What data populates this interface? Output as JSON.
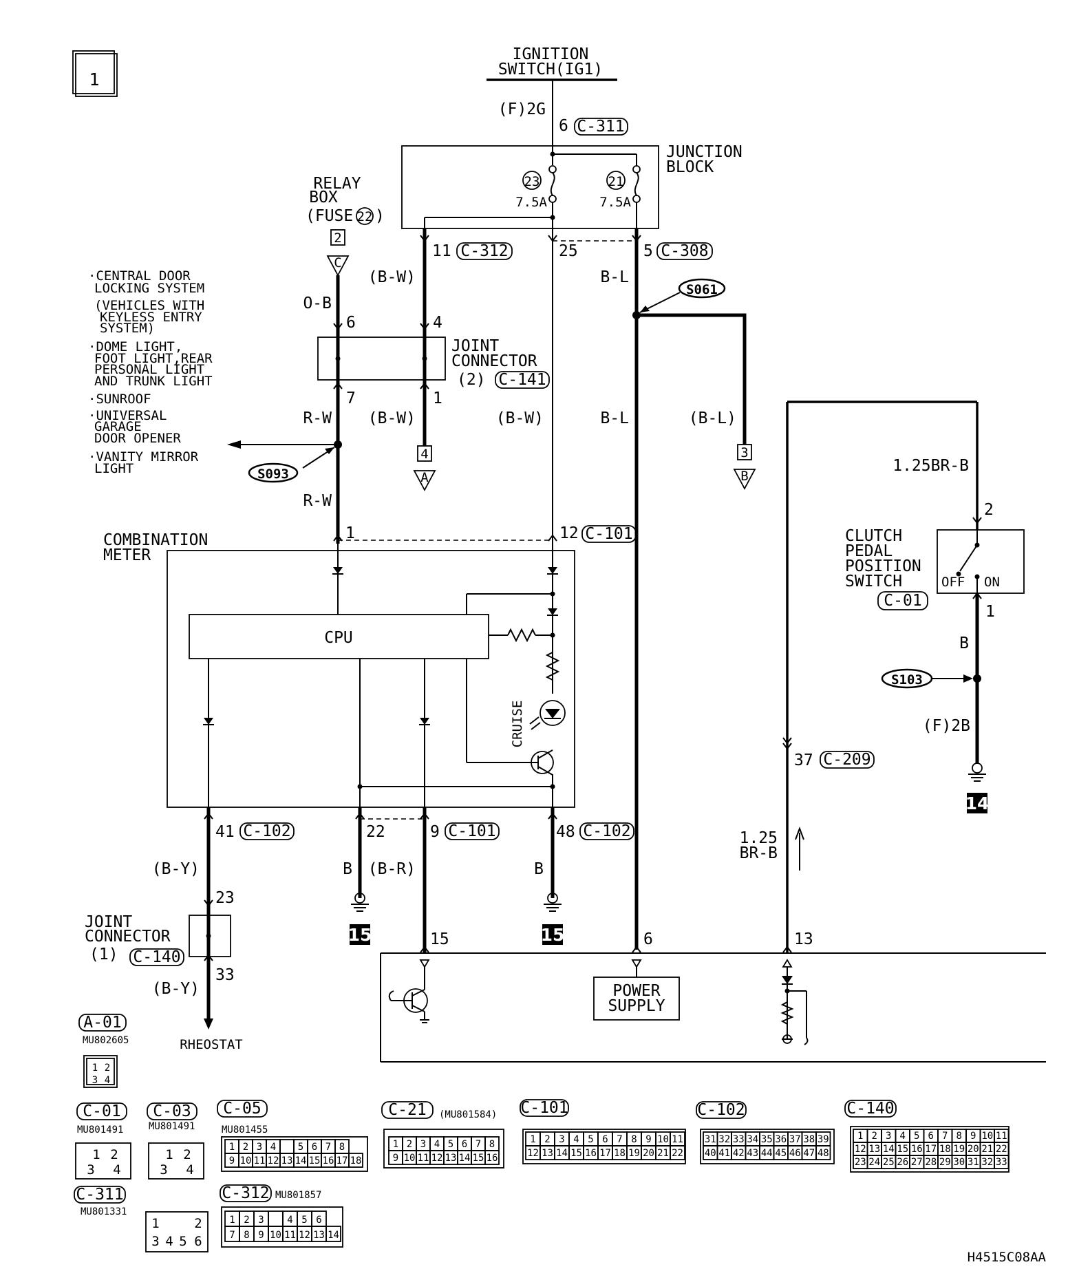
{
  "page_number": "1",
  "figure_code": "H4515C08AA",
  "ignition": {
    "line1": "IGNITION",
    "line2": "SWITCH(IG1)",
    "wire": "(F)2G",
    "pin": "6",
    "conn": "C-311"
  },
  "junction_block": {
    "line1": "JUNCTION",
    "line2": "BLOCK",
    "fuse_a": "23",
    "fuse_b": "21",
    "rating_a": "7.5A",
    "rating_b": "7.5A"
  },
  "relay_box": {
    "line1": "RELAY",
    "line2": "BOX",
    "line3": "(FUSE",
    "fuse_num": "22",
    "ref_num": "2",
    "ref_letter": "C"
  },
  "wires": {
    "c312_pin": "11",
    "c312_conn": "C-312",
    "bw": "(B-W)",
    "pin25": "25",
    "c308_pin": "5",
    "c308_conn": "C-308",
    "bl": "B-L",
    "ob": "O-B",
    "pin6": "6",
    "pin4": "4",
    "pin7": "7",
    "pin1": "1",
    "rw": "R-W",
    "bl_paren": "(B-L)",
    "pin1_meter": "1",
    "pin12": "12",
    "c101_conn": "C-101",
    "pin41": "41",
    "c102_conn": "C-102",
    "pin22": "22",
    "pin9": "9",
    "pin48": "48",
    "by": "(B-Y)",
    "b": "B",
    "br": "(B-R)",
    "pin23": "23",
    "pin33": "33",
    "pin15": "15",
    "pin6_bottom": "6",
    "pin13": "13",
    "pin37": "37",
    "c209_conn": "C-209",
    "size_line1": "1.25",
    "size_line2": "BR-B",
    "brb": "1.25BR-B",
    "clutch_pin2": "2",
    "clutch_pin1": "1",
    "clutch_b": "B",
    "f2b": "(F)2B"
  },
  "splices": {
    "s061": "S061",
    "s093": "S093",
    "s103": "S103"
  },
  "joint_connector_2": {
    "line1": "JOINT",
    "line2": "CONNECTOR",
    "line3": "(2)",
    "conn": "C-141"
  },
  "joint_connector_1": {
    "line1": "JOINT",
    "line2": "CONNECTOR",
    "line3": "(1)",
    "conn": "C-140"
  },
  "refs": {
    "ref4_num": "4",
    "ref4_letter": "A",
    "ref3_num": "3",
    "ref3_letter": "B"
  },
  "circuits": [
    "·CENTRAL DOOR",
    "LOCKING SYSTEM",
    "(VEHICLES WITH",
    "KEYLESS ENTRY",
    "SYSTEM)",
    "·DOME LIGHT,",
    "FOOT LIGHT,REAR",
    "PERSONAL LIGHT",
    "AND TRUNK LIGHT",
    "·SUNROOF",
    "·UNIVERSAL",
    "GARAGE",
    "DOOR OPENER",
    "·VANITY MIRROR",
    "LIGHT"
  ],
  "meter": {
    "line1": "COMBINATION",
    "line2": "METER",
    "cpu": "CPU",
    "cruise": "CRUISE"
  },
  "clutch": {
    "line1": "CLUTCH",
    "line2": "PEDAL",
    "line3": "POSITION",
    "line4": "SWITCH",
    "conn": "C-01",
    "off": "OFF",
    "on": "ON"
  },
  "grounds": {
    "g14": "14",
    "g15a": "15",
    "g15b": "15"
  },
  "bottom": {
    "power_line1": "POWER",
    "power_line2": "SUPPLY",
    "rheostat": "RHEOSTAT"
  },
  "connector_views": {
    "a01": {
      "name": "A-01",
      "part": "MU802605",
      "pins": [
        "1",
        "2",
        "3",
        "4"
      ]
    },
    "c01": {
      "name": "C-01",
      "part": "MU801491",
      "pins": [
        "1",
        "2",
        "3",
        "4"
      ]
    },
    "c03": {
      "name": "C-03",
      "part": "MU801491",
      "pins": [
        "1",
        "2",
        "3",
        "4"
      ]
    },
    "c05": {
      "name": "C-05",
      "part": "MU801455",
      "row1": [
        "1",
        "2",
        "3",
        "4",
        "",
        "5",
        "6",
        "7",
        "8"
      ],
      "row2": [
        "9",
        "10",
        "11",
        "12",
        "13",
        "14",
        "15",
        "16",
        "17",
        "18"
      ]
    },
    "c21": {
      "name": "C-21",
      "part": "(MU801584)",
      "row1": [
        "1",
        "2",
        "3",
        "4",
        "5",
        "6",
        "7",
        "8"
      ],
      "row2": [
        "9",
        "10",
        "11",
        "12",
        "13",
        "14",
        "15",
        "16"
      ]
    },
    "c101": {
      "name": "C-101",
      "row1": [
        "1",
        "2",
        "3",
        "4",
        "5",
        "6",
        "7",
        "8",
        "9",
        "10",
        "11"
      ],
      "row2": [
        "12",
        "13",
        "14",
        "15",
        "16",
        "17",
        "18",
        "19",
        "20",
        "21",
        "22"
      ]
    },
    "c102": {
      "name": "C-102",
      "row1": [
        "31",
        "32",
        "33",
        "34",
        "35",
        "36",
        "37",
        "38",
        "39"
      ],
      "row2": [
        "40",
        "41",
        "42",
        "43",
        "44",
        "45",
        "46",
        "47",
        "48"
      ]
    },
    "c140": {
      "name": "C-140",
      "row1": [
        "1",
        "2",
        "3",
        "4",
        "5",
        "6",
        "7",
        "8",
        "9",
        "10",
        "11"
      ],
      "row2": [
        "12",
        "13",
        "14",
        "15",
        "16",
        "17",
        "18",
        "19",
        "20",
        "21",
        "22"
      ],
      "row3": [
        "23",
        "24",
        "25",
        "26",
        "27",
        "28",
        "29",
        "30",
        "31",
        "32",
        "33"
      ]
    },
    "c311": {
      "name": "C-311",
      "part": "MU801331",
      "pins": [
        "1",
        "2",
        "3",
        "4",
        "5",
        "6"
      ]
    },
    "c312": {
      "name": "C-312",
      "part": "MU801857",
      "row1": [
        "1",
        "2",
        "3",
        "",
        "4",
        "5",
        "6"
      ],
      "row2": [
        "7",
        "8",
        "9",
        "10",
        "11",
        "12",
        "13",
        "14"
      ]
    }
  }
}
